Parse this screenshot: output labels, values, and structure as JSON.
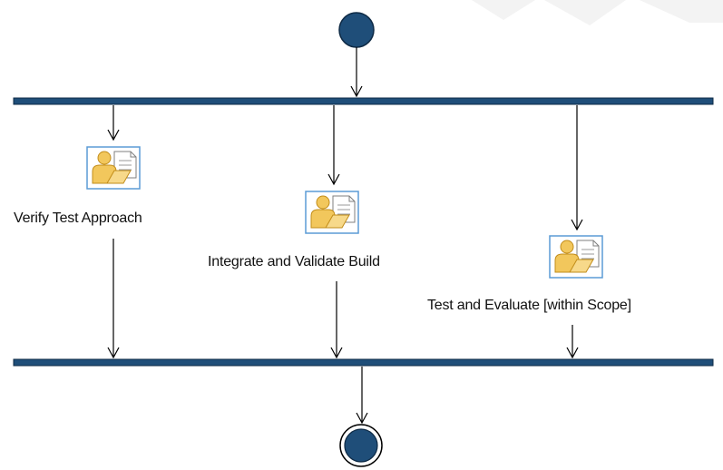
{
  "diagram": {
    "type": "activity",
    "activities": [
      {
        "label": "Verify Test Approach"
      },
      {
        "label": "Integrate and Validate Build"
      },
      {
        "label": "Test and Evaluate [within Scope]"
      }
    ],
    "colors": {
      "node_fill": "#1f4e79",
      "node_stroke": "#0e2a45",
      "bar_fill": "#1f4e79",
      "arrow": "#000000",
      "icon_frame": "#5b9bd5",
      "icon_person": "#f2c75c",
      "icon_person_shadow": "#d9a52b",
      "icon_doc": "#ffffff",
      "background_shape": "#f2f2f2"
    },
    "icons": {
      "activity": "task-person-document-icon"
    }
  }
}
